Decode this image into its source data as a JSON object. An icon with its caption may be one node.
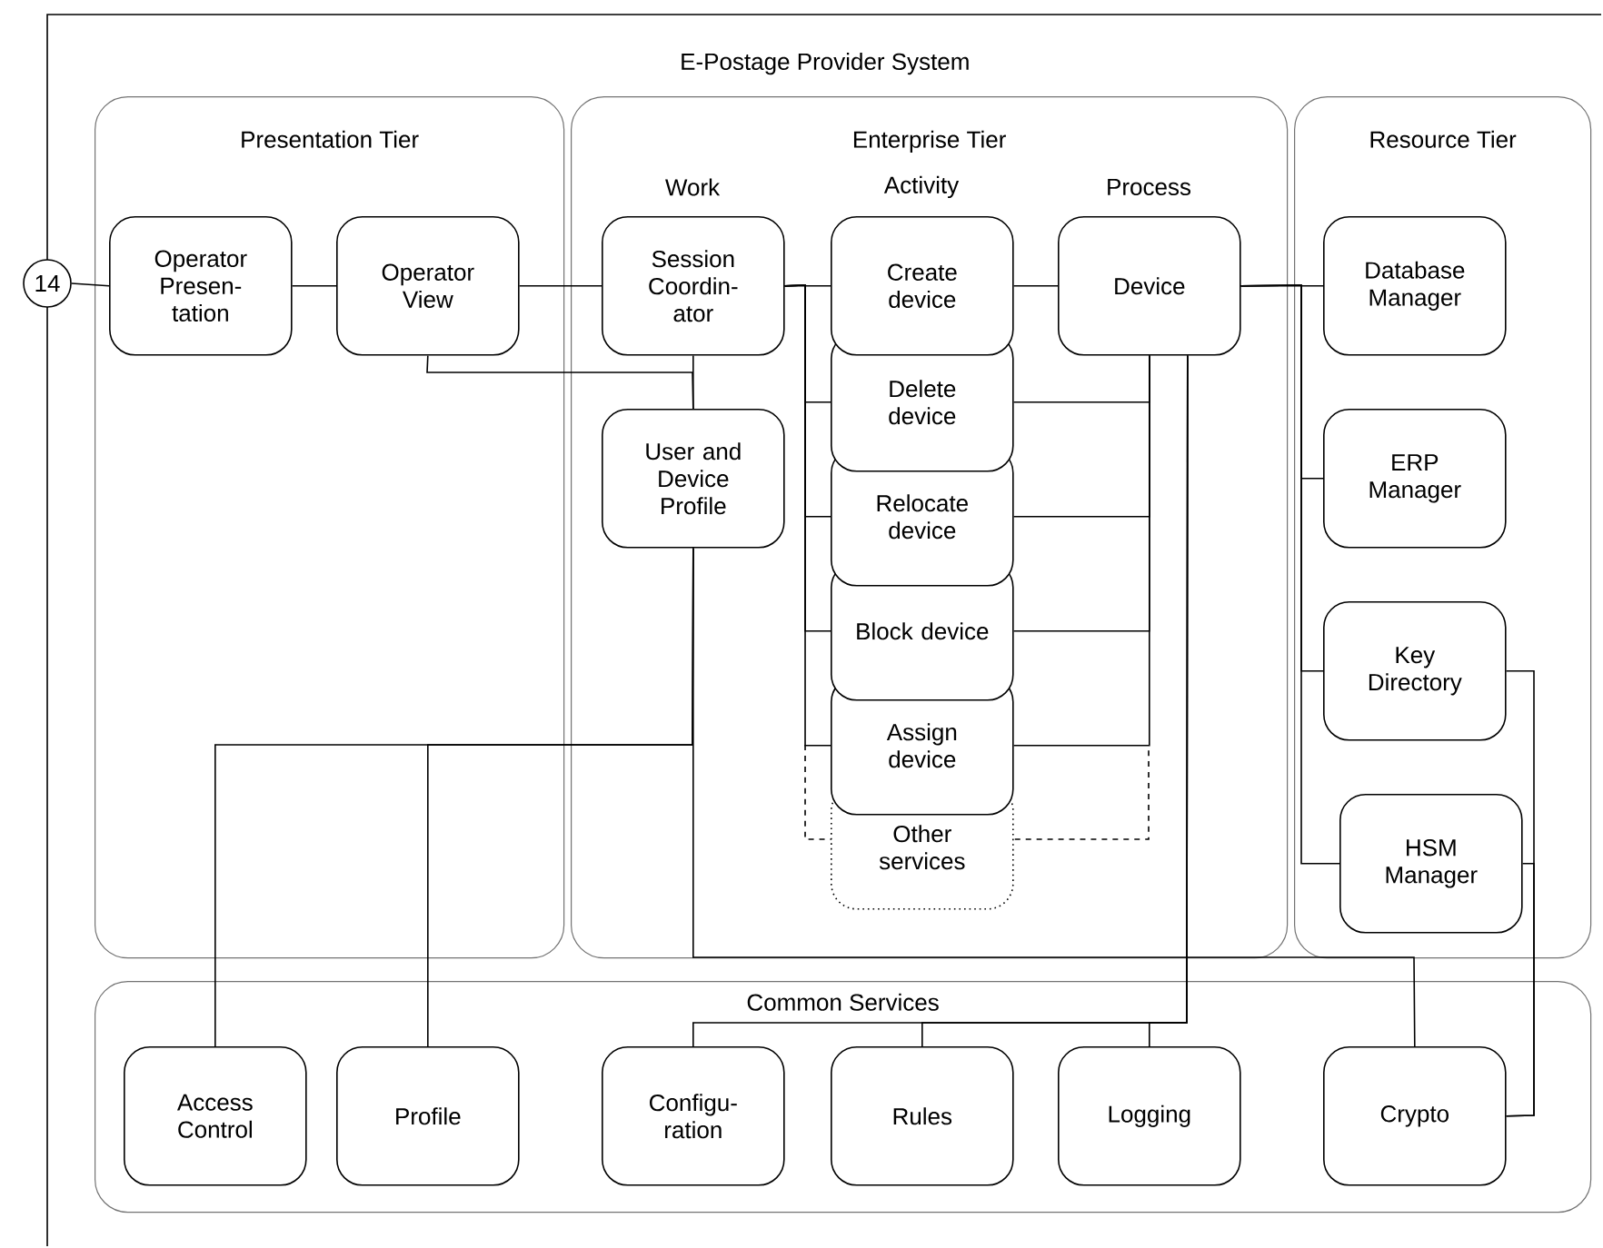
{
  "diagram": {
    "nodes": [
      {
        "text": [
          "E-Postage Provider System"
        ]
      },
      {
        "text": [
          "14"
        ]
      },
      {
        "text": [
          "Presentation Tier"
        ],
        "in": 0
      },
      {
        "text": [
          "Enterprise Tier"
        ],
        "in": 0
      },
      {
        "text": [
          "Resource Tier"
        ],
        "in": 0
      },
      {
        "text": [
          "Common Services"
        ],
        "in": 0
      },
      {
        "text": [
          "Operator Presen- tation"
        ],
        "in": 2
      },
      {
        "text": [
          "Operator View"
        ],
        "in": 2
      },
      {
        "text": [
          "Session Coordin- ator"
        ],
        "beside": [
          "Work"
        ],
        "in": 3
      },
      {
        "text": [
          "User and Device Profile"
        ],
        "in": 3
      },
      {
        "text": [
          "Create device"
        ],
        "beside": [
          "Activity"
        ],
        "in": 3
      },
      {
        "text": [
          "Delete device"
        ],
        "in": 3
      },
      {
        "text": [
          "Relocate device"
        ],
        "in": 3
      },
      {
        "text": [
          "Block device"
        ],
        "in": 3
      },
      {
        "text": [
          "Assign device"
        ],
        "in": 3
      },
      {
        "text": [
          "Other services"
        ],
        "in": 3
      },
      {
        "text": [
          "Device"
        ],
        "beside": [
          "Process"
        ],
        "in": 3
      },
      {
        "text": [
          "Database Manager"
        ],
        "in": 4
      },
      {
        "text": [
          "ERP Manager"
        ],
        "in": 4
      },
      {
        "text": [
          "Key Directory"
        ],
        "in": 4
      },
      {
        "text": [
          "HSM Manager"
        ],
        "in": 4
      },
      {
        "text": [
          "Access Control"
        ],
        "in": 5
      },
      {
        "text": [
          "Profile"
        ],
        "in": 5
      },
      {
        "text": [
          "Configu- ration"
        ],
        "in": 5
      },
      {
        "text": [
          "Rules"
        ],
        "in": 5
      },
      {
        "text": [
          "Logging"
        ],
        "in": 5
      },
      {
        "text": [
          "Crypto"
        ],
        "in": 5
      }
    ],
    "edges": [
      {
        "from": 1,
        "to": 6,
        "arrow": "none"
      },
      {
        "from": 6,
        "to": 7,
        "arrow": "none"
      },
      {
        "from": 7,
        "to": 8,
        "arrow": "none"
      },
      {
        "from": 7,
        "to": 9,
        "arrow": "none"
      },
      {
        "from": 8,
        "to": 9,
        "arrow": "none"
      },
      {
        "from": 8,
        "to": 10,
        "arrow": "none"
      },
      {
        "from": 8,
        "to": 11,
        "arrow": "none"
      },
      {
        "from": 8,
        "to": 12,
        "arrow": "none"
      },
      {
        "from": 8,
        "to": 13,
        "arrow": "none"
      },
      {
        "from": 8,
        "to": 14,
        "arrow": "none"
      },
      {
        "from": 10,
        "to": 16,
        "arrow": "none"
      },
      {
        "from": 16,
        "to": 11,
        "arrow": "none"
      },
      {
        "from": 16,
        "to": 12,
        "arrow": "none"
      },
      {
        "from": 16,
        "to": 13,
        "arrow": "none"
      },
      {
        "from": 16,
        "to": 14,
        "arrow": "none"
      },
      {
        "from": 16,
        "to": 17,
        "arrow": "none"
      },
      {
        "from": 16,
        "to": 18,
        "arrow": "none"
      },
      {
        "from": 16,
        "to": 19,
        "arrow": "none"
      },
      {
        "from": 16,
        "to": 20,
        "arrow": "none"
      },
      {
        "from": 19,
        "to": 26,
        "arrow": "none"
      },
      {
        "from": 20,
        "to": 26,
        "arrow": "none"
      },
      {
        "from": 9,
        "to": 21,
        "arrow": "none"
      },
      {
        "from": 9,
        "to": 22,
        "arrow": "none"
      },
      {
        "from": 9,
        "to": 26,
        "arrow": "none"
      },
      {
        "from": 16,
        "to": 23,
        "arrow": "none"
      },
      {
        "from": 16,
        "to": 24,
        "arrow": "none"
      },
      {
        "from": 16,
        "to": 25,
        "arrow": "none"
      }
    ]
  }
}
